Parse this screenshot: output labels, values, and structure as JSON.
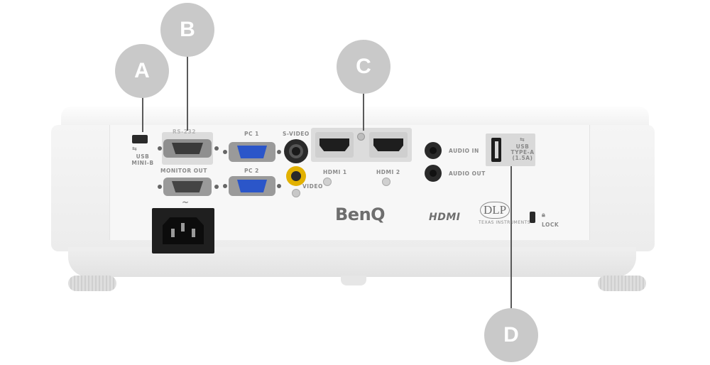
{
  "callouts": {
    "a": "A",
    "b": "B",
    "c": "C",
    "d": "D"
  },
  "ports": {
    "usb_mini_b": "USB\nMINI-B",
    "rs232": "RS-232",
    "monitor_out": "MONITOR OUT",
    "pc1": "PC 1",
    "pc2": "PC 2",
    "s_video": "S-VIDEO",
    "video": "VIDEO",
    "hdmi1": "HDMI 1",
    "hdmi2": "HDMI 2",
    "audio_in": "AUDIO IN",
    "audio_out": "AUDIO OUT",
    "usb_type_a": "USB\nTYPE-A\n(1.5A)",
    "lock": "LOCK",
    "ac": "~"
  },
  "logos": {
    "brand": "BenQ",
    "hdmi": "HDMI",
    "dlp": "DLP",
    "texas": "TEXAS INSTRUMENTS"
  },
  "colors": {
    "bubble": "#c9c9c9",
    "vga_blue": "#2b56c9",
    "video_yellow": "#e2b100"
  }
}
